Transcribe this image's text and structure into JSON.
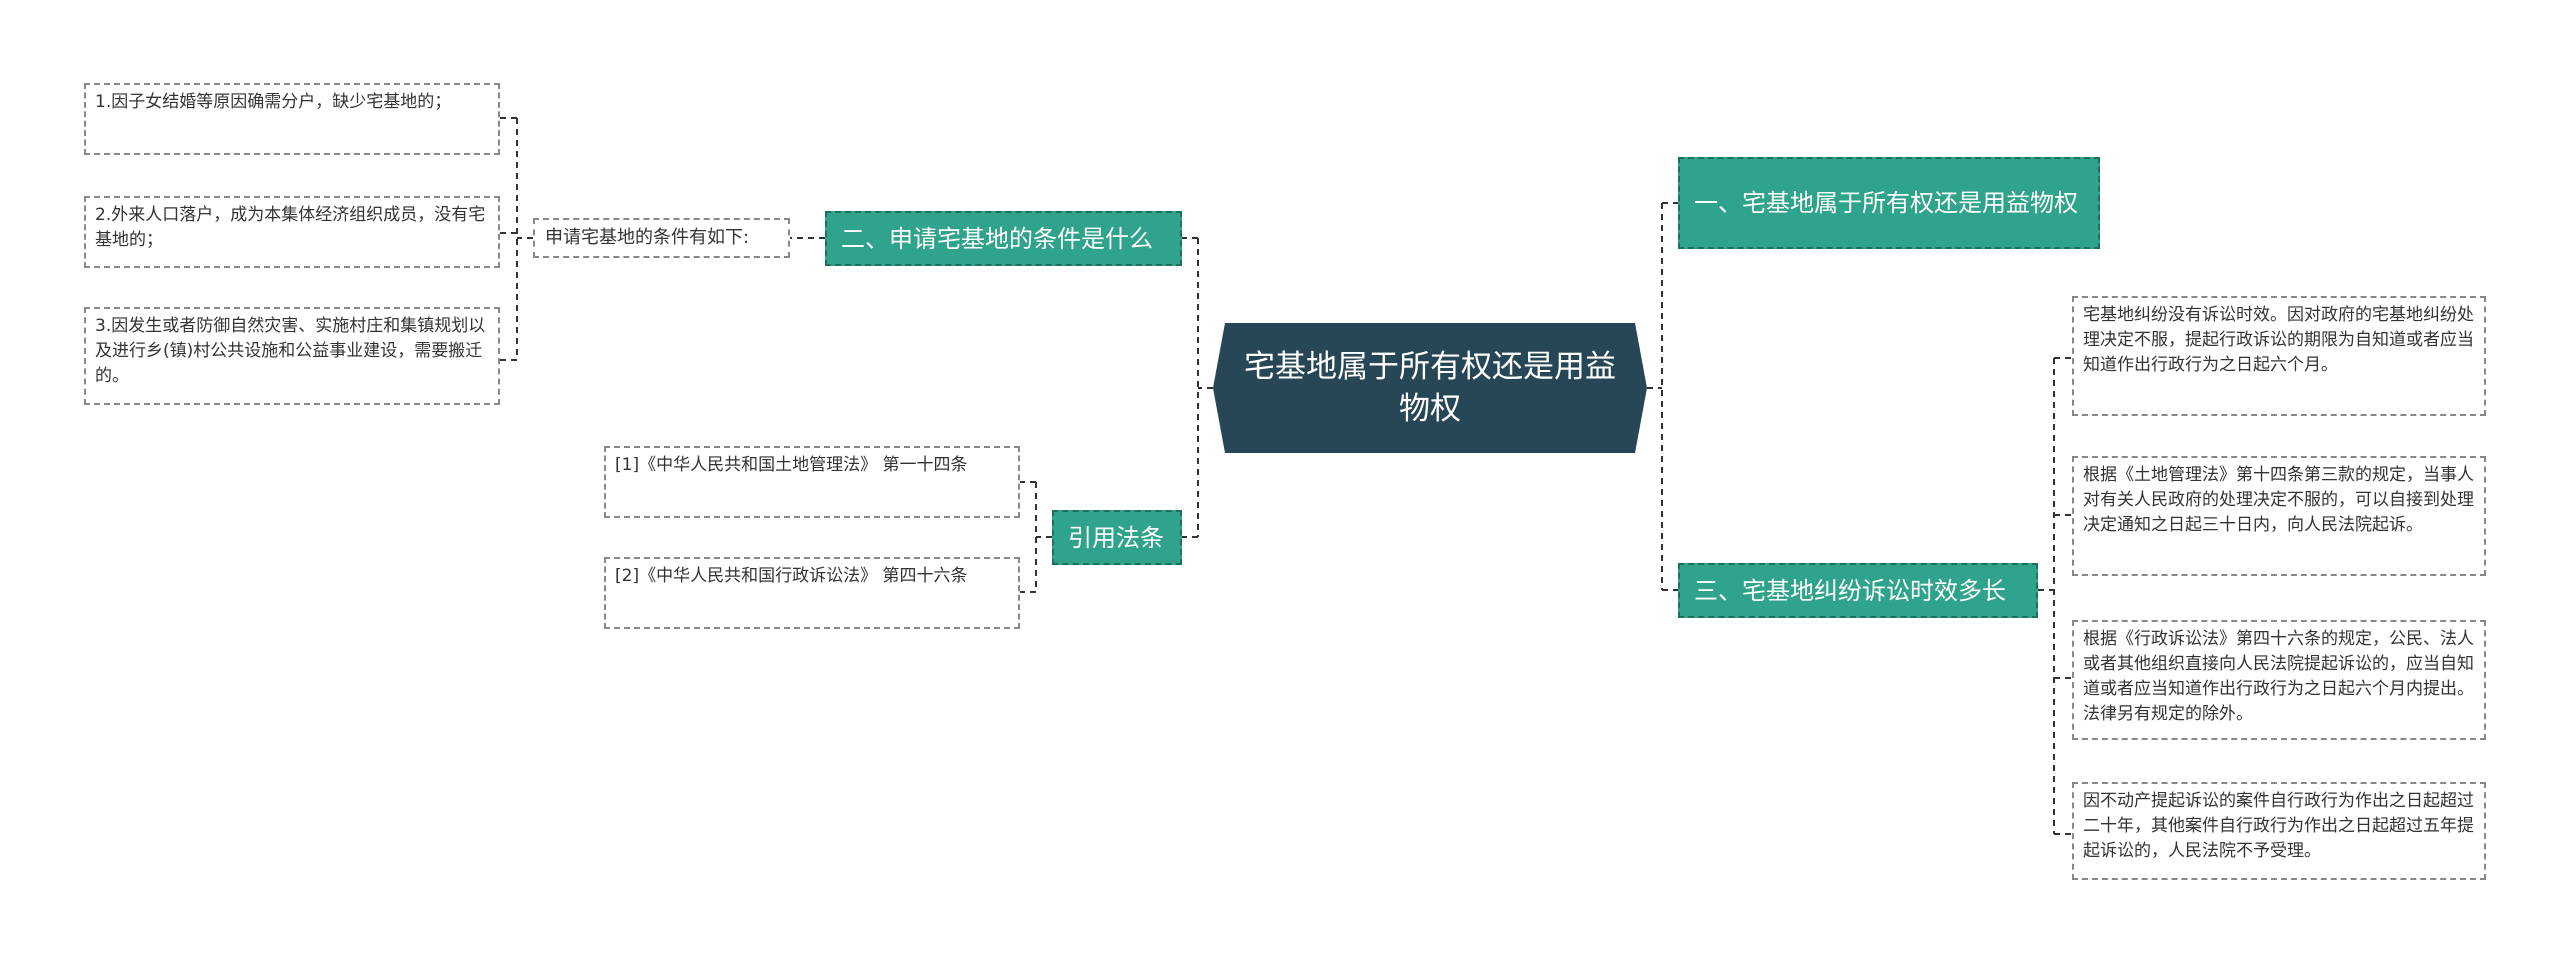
{
  "root": "宅基地属于所有权还是用益物权",
  "branches": {
    "b1": "一、宅基地属于所有权还是用益物权",
    "b2": "二、申请宅基地的条件是什么",
    "b3": "三、宅基地纠纷诉讼时效多长",
    "b4": "引用法条"
  },
  "b2_label": "申请宅基地的条件有如下:",
  "b2_leaves": [
    "1.因子女结婚等原因确需分户，缺少宅基地的；",
    "2.外来人口落户，成为本集体经济组织成员，没有宅基地的；",
    "3.因发生或者防御自然灾害、实施村庄和集镇规划以及进行乡(镇)村公共设施和公益事业建设，需要搬迁的。"
  ],
  "b3_leaves": [
    "宅基地纠纷没有诉讼时效。因对政府的宅基地纠纷处理决定不服，提起行政诉讼的期限为自知道或者应当知道作出行政行为之日起六个月。",
    "根据《土地管理法》第十四条第三款的规定，当事人对有关人民政府的处理决定不服的，可以自接到处理决定通知之日起三十日内，向人民法院起诉。",
    "根据《行政诉讼法》第四十六条的规定，公民、法人或者其他组织直接向人民法院提起诉讼的，应当自知道或者应当知道作出行政行为之日起六个月内提出。法律另有规定的除外。",
    "因不动产提起诉讼的案件自行政行为作出之日起超过二十年，其他案件自行政行为作出之日起超过五年提起诉讼的，人民法院不予受理。"
  ],
  "b4_leaves": [
    "[1]《中华人民共和国土地管理法》 第一十四条",
    "[2]《中华人民共和国行政诉讼法》 第四十六条"
  ],
  "colors": {
    "root": "#274756",
    "branch": "#2fa38b",
    "line": "#333333"
  }
}
